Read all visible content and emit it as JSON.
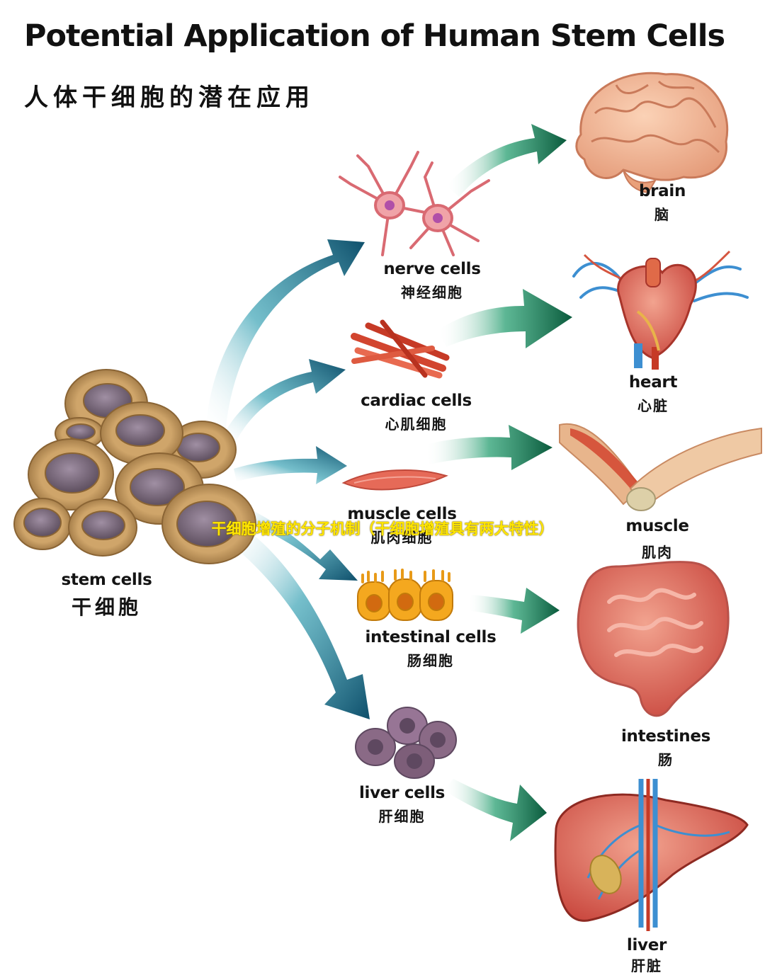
{
  "title": "Potential Application of Human Stem Cells",
  "subtitle": "人体干细胞的潜在应用",
  "overlay_caption": "干细胞增殖的分子机制（干细胞增殖具有两大特性）",
  "stem": {
    "en": "stem cells",
    "zh": "干细胞"
  },
  "cell_types": [
    {
      "en": "nerve cells",
      "zh": "神经细胞"
    },
    {
      "en": "cardiac cells",
      "zh": "心肌细胞"
    },
    {
      "en": "muscle cells",
      "zh": "肌肉细胞"
    },
    {
      "en": "intestinal cells",
      "zh": "肠细胞"
    },
    {
      "en": "liver cells",
      "zh": "肝细胞"
    }
  ],
  "organs": [
    {
      "en": "brain",
      "zh": "脑"
    },
    {
      "en": "heart",
      "zh": "心脏"
    },
    {
      "en": "muscle",
      "zh": "肌肉"
    },
    {
      "en": "intestines",
      "zh": "肠"
    },
    {
      "en": "liver",
      "zh": "肝脏"
    }
  ],
  "colors": {
    "arrow_blue": "#0f5e78",
    "arrow_green": "#0d6e4a",
    "stem_cell": "#b58a4e",
    "nucleus": "#7a6a78",
    "nerve": "#e8868c",
    "cardiac": "#d2452f",
    "intestinal": "#f1a21c",
    "liver_cell": "#8a6a86",
    "organ_red": "#d9534a",
    "vessel": "#3d8fd1"
  }
}
